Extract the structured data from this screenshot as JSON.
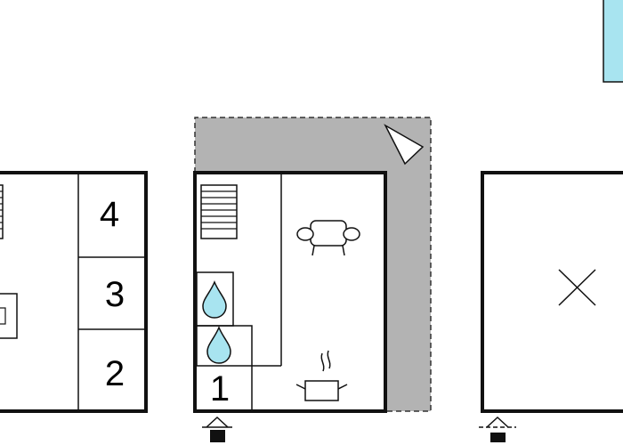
{
  "floorplan": {
    "left_level": {
      "rooms": [
        {
          "label": "4"
        },
        {
          "label": "3"
        },
        {
          "label": "2"
        }
      ]
    },
    "middle_level": {
      "rooms": [
        {
          "label": "1"
        }
      ],
      "icons": [
        "stairs-icon",
        "sofa-icon",
        "bath-drop-icon",
        "shower-drop-icon",
        "cooking-pot-icon",
        "entrance-icon",
        "north-arrow-icon"
      ],
      "terrace": "dashed-gray-terrace"
    },
    "right_level": {
      "icons": [
        "empty-cross-icon",
        "entrance-icon"
      ]
    },
    "legend": {
      "icons": [
        "pool-legend-icon"
      ]
    },
    "colors": {
      "wall": "#111111",
      "terrace": "#b3b3b3",
      "water": "#a8e4f0",
      "pool": "#a8e4f0",
      "background": "#ffffff"
    }
  }
}
